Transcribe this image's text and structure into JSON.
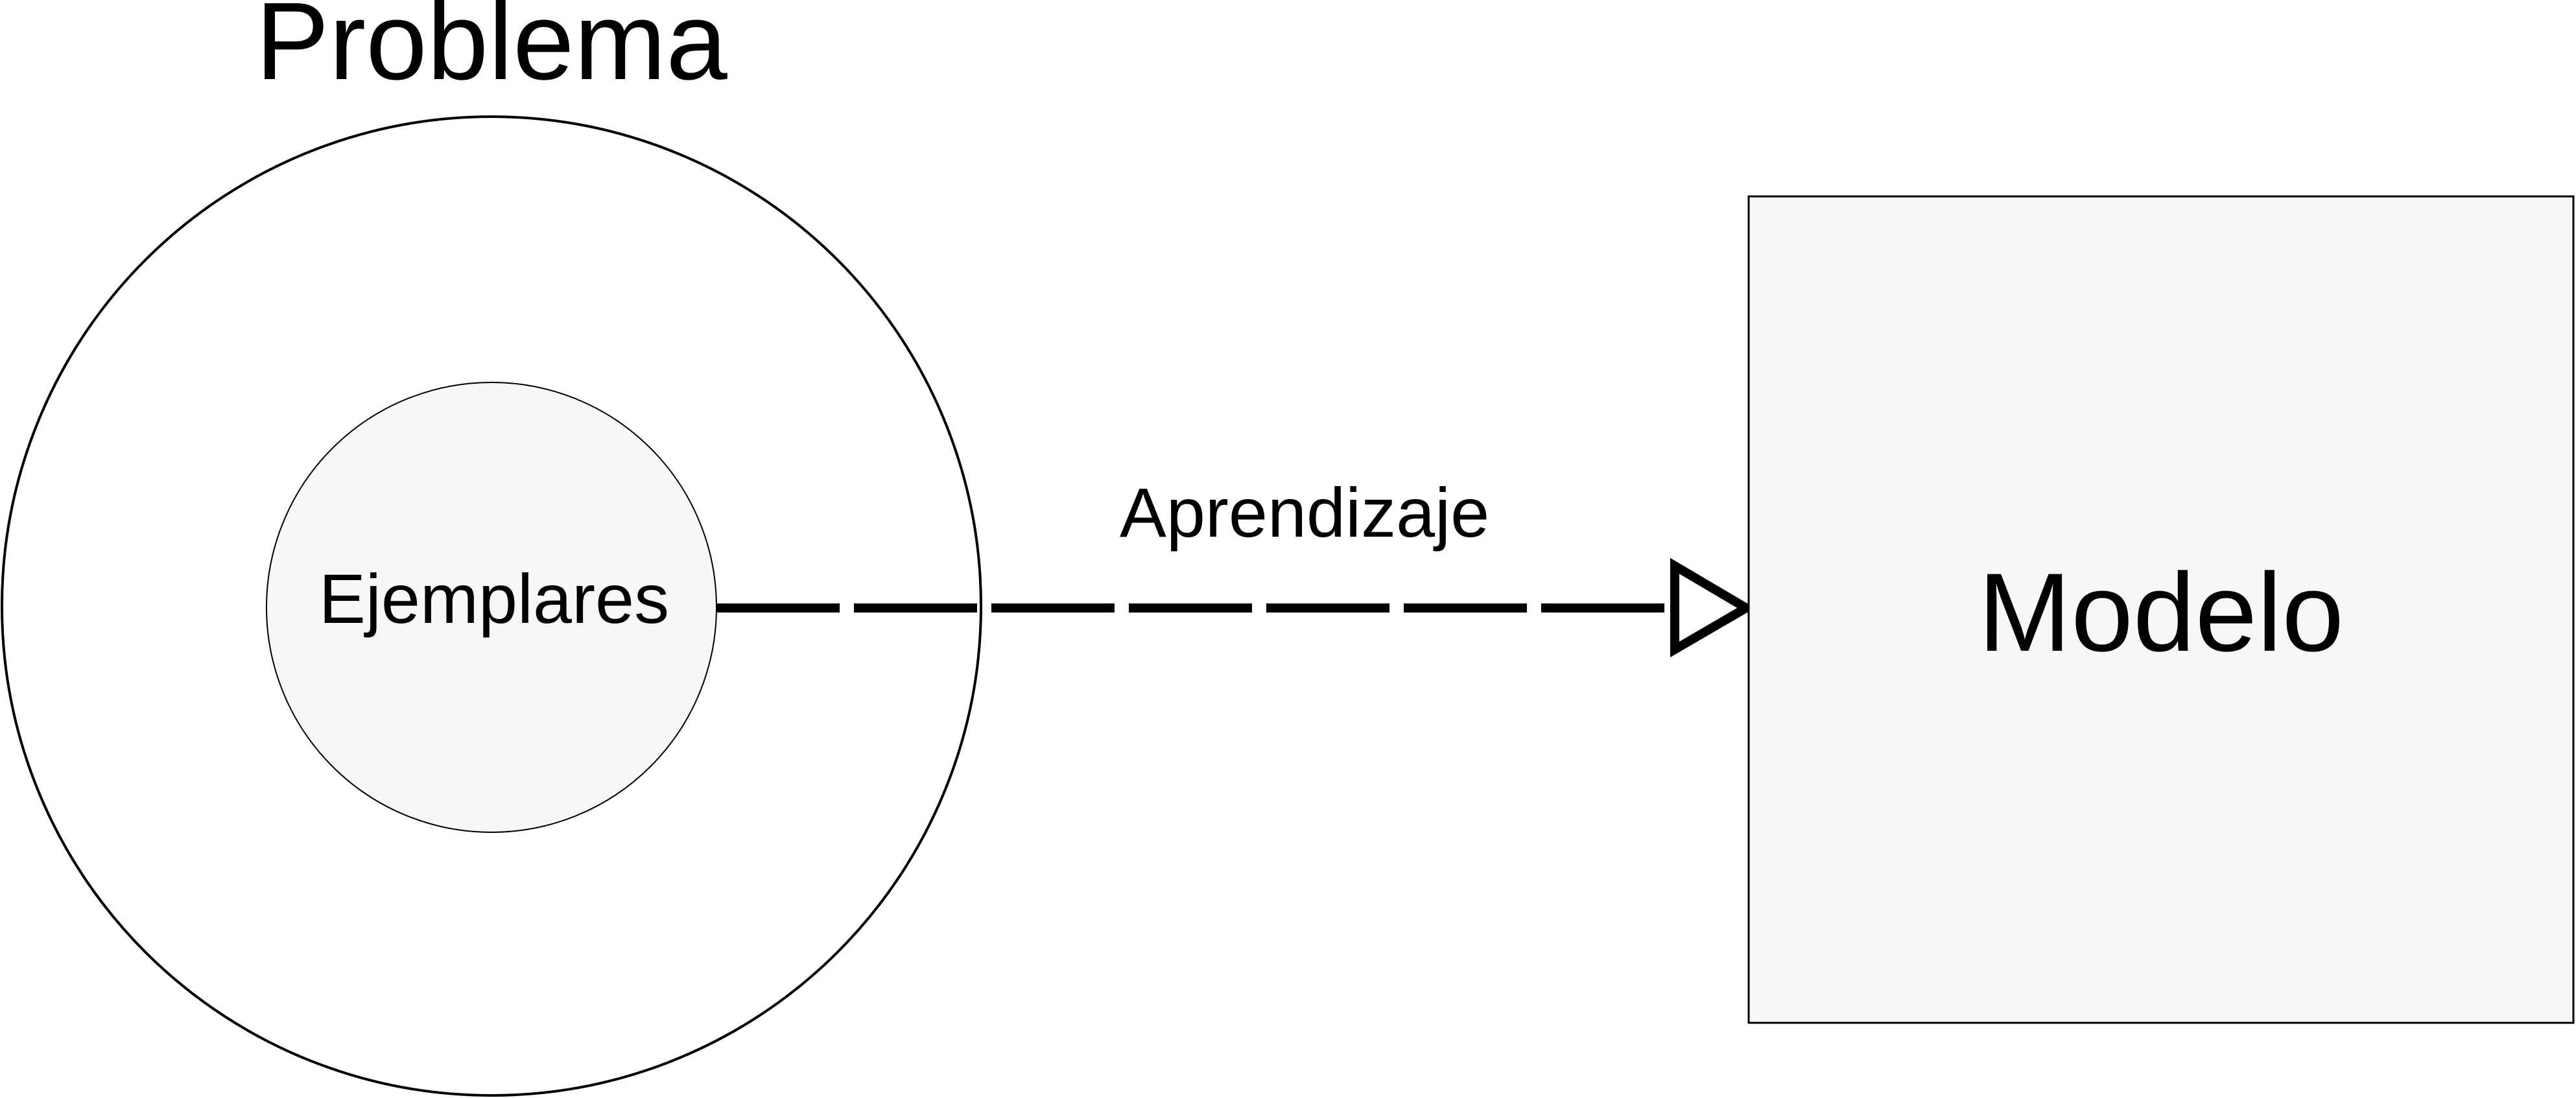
{
  "diagram": {
    "problem_label": "Problema",
    "examples_label": "Ejemplares",
    "edge_label": "Aprendizaje",
    "model_label": "Modelo"
  }
}
